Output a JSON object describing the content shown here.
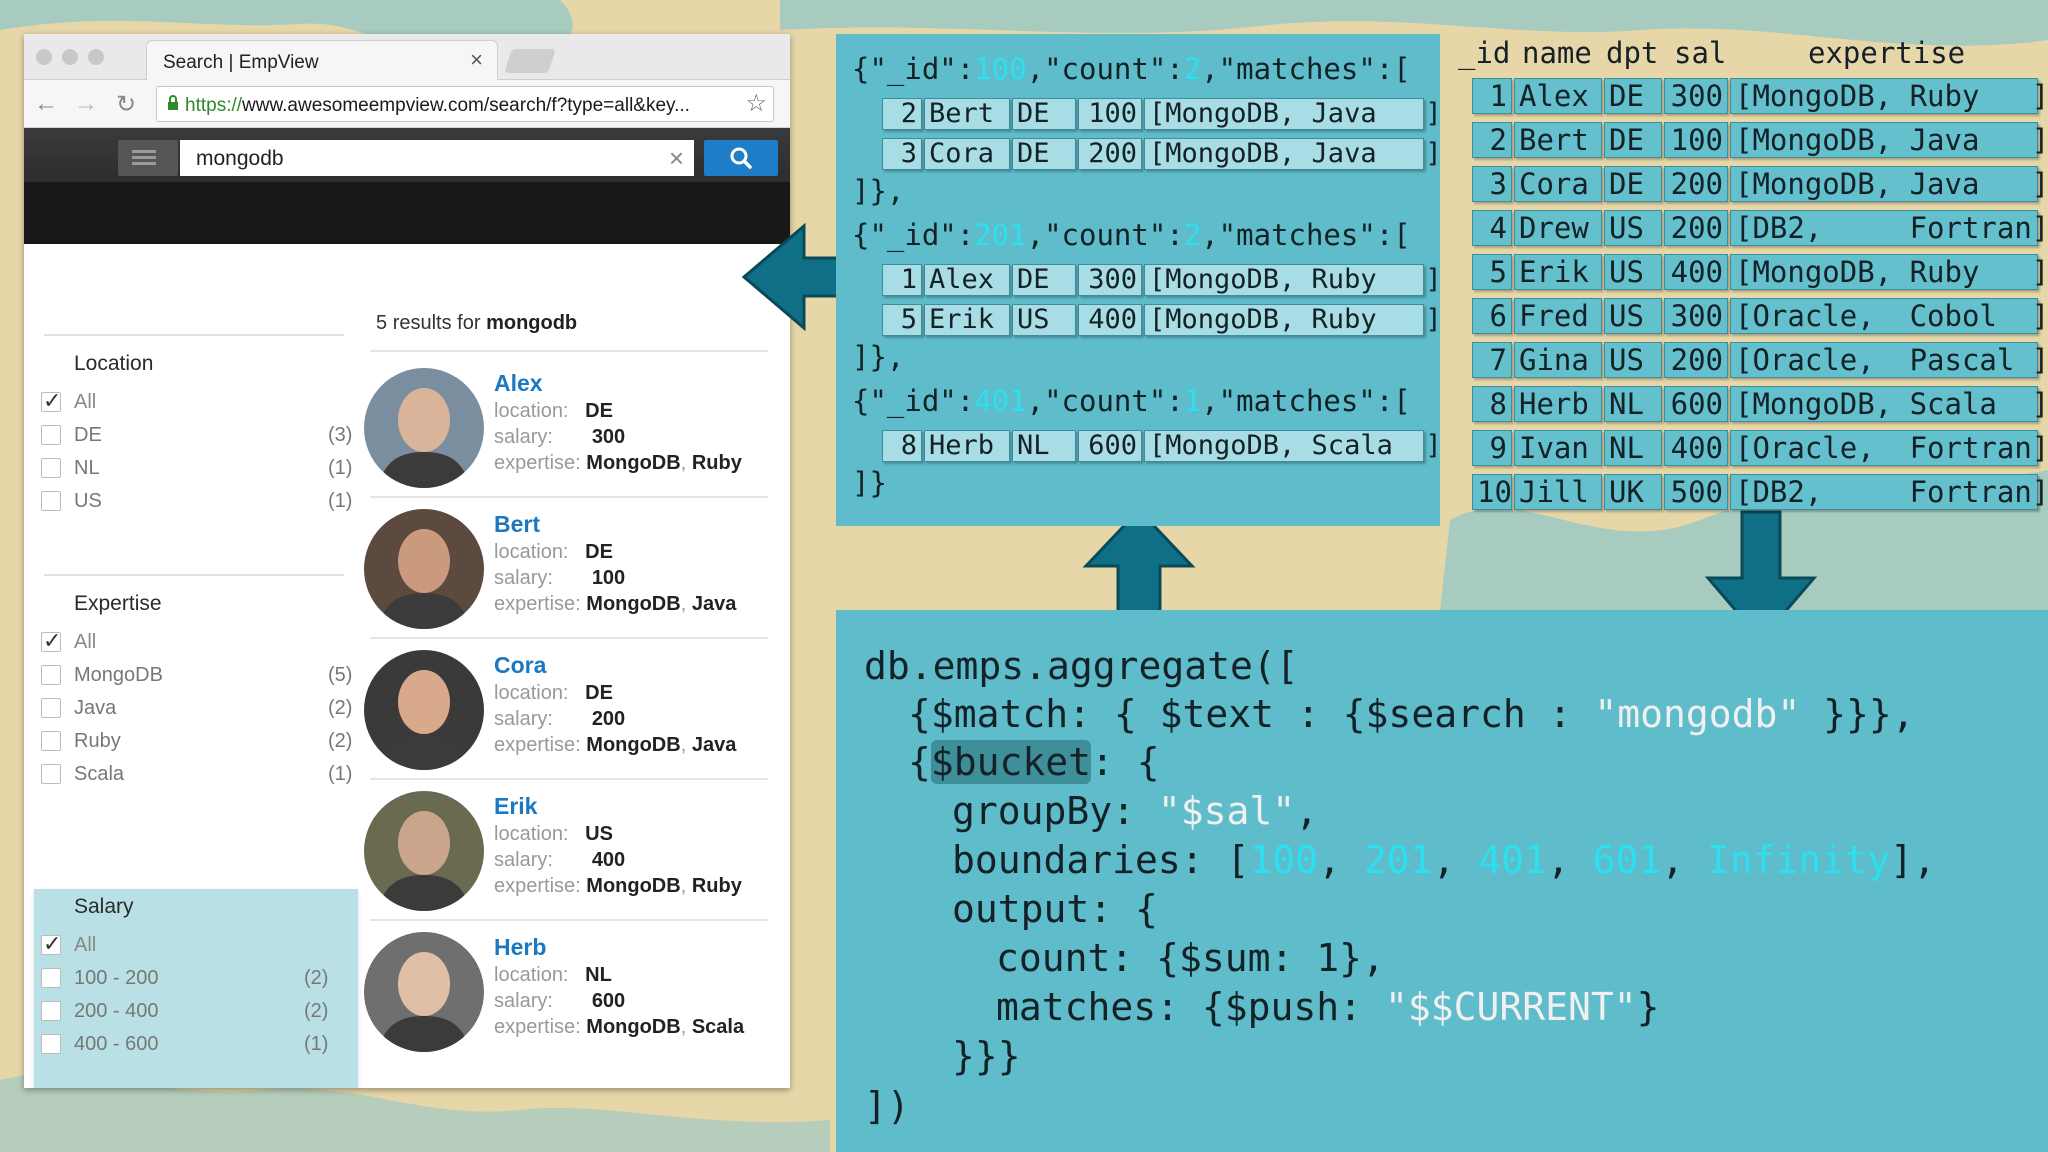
{
  "browser": {
    "tab_title": "Search | EmpView",
    "url_scheme": "https://",
    "url_rest": "www.awesomeempview.com/search/f?type=all&key...",
    "search_value": "mongodb"
  },
  "results": {
    "count": "5",
    "heading_mid": "results for",
    "query": "mongodb",
    "location_label": "location:",
    "salary_label": "salary:",
    "expertise_label": "expertise:",
    "items": [
      {
        "name": "Alex",
        "location": "DE",
        "salary": "300",
        "exp1": "MongoDB",
        "exp2": "Ruby"
      },
      {
        "name": "Bert",
        "location": "DE",
        "salary": "100",
        "exp1": "MongoDB",
        "exp2": "Java"
      },
      {
        "name": "Cora",
        "location": "DE",
        "salary": "200",
        "exp1": "MongoDB",
        "exp2": "Java"
      },
      {
        "name": "Erik",
        "location": "US",
        "salary": "400",
        "exp1": "MongoDB",
        "exp2": "Ruby"
      },
      {
        "name": "Herb",
        "location": "NL",
        "salary": "600",
        "exp1": "MongoDB",
        "exp2": "Scala"
      }
    ]
  },
  "facets": {
    "location": {
      "title": "Location",
      "options": [
        {
          "label": "All",
          "count": "",
          "checked": true
        },
        {
          "label": "DE",
          "count": "(3)",
          "checked": false
        },
        {
          "label": "NL",
          "count": "(1)",
          "checked": false
        },
        {
          "label": "US",
          "count": "(1)",
          "checked": false
        }
      ]
    },
    "expertise": {
      "title": "Expertise",
      "options": [
        {
          "label": "All",
          "count": "",
          "checked": true
        },
        {
          "label": "MongoDB",
          "count": "(5)",
          "checked": false
        },
        {
          "label": "Java",
          "count": "(2)",
          "checked": false
        },
        {
          "label": "Ruby",
          "count": "(2)",
          "checked": false
        },
        {
          "label": "Scala",
          "count": "(1)",
          "checked": false
        }
      ]
    },
    "salary": {
      "title": "Salary",
      "options": [
        {
          "label": "All",
          "count": "",
          "checked": true
        },
        {
          "label": "100 - 200",
          "count": "(2)",
          "checked": false
        },
        {
          "label": "200 - 400",
          "count": "(2)",
          "checked": false
        },
        {
          "label": "400 - 600",
          "count": "(1)",
          "checked": false
        }
      ]
    }
  },
  "json_output": {
    "buckets": [
      {
        "pre": "{\"_id\":",
        "id": "100",
        "mid": ",\"count\":",
        "count": "2",
        "post": ",\"matches\":[",
        "rows": [
          [
            "2",
            "Bert",
            "DE",
            "100",
            "[MongoDB, Java   ]"
          ],
          [
            "3",
            "Cora",
            "DE",
            "200",
            "[MongoDB, Java   ]"
          ]
        ]
      },
      {
        "pre": "{\"_id\":",
        "id": "201",
        "mid": ",\"count\":",
        "count": "2",
        "post": ",\"matches\":[",
        "rows": [
          [
            "1",
            "Alex",
            "DE",
            "300",
            "[MongoDB, Ruby   ]"
          ],
          [
            "5",
            "Erik",
            "US",
            "400",
            "[MongoDB, Ruby   ]"
          ]
        ]
      },
      {
        "pre": "{\"_id\":",
        "id": "401",
        "mid": ",\"count\":",
        "count": "1",
        "post": ",\"matches\":[",
        "rows": [
          [
            "8",
            "Herb",
            "NL",
            "600",
            "[MongoDB, Scala  ]"
          ]
        ]
      }
    ],
    "close_mid": "]},",
    "close_end": "]}"
  },
  "table": {
    "headers": [
      "_id",
      "name",
      "dpt",
      "sal",
      "expertise"
    ],
    "rows": [
      [
        "1",
        "Alex",
        "DE",
        "300",
        "[MongoDB, Ruby   ]"
      ],
      [
        "2",
        "Bert",
        "DE",
        "100",
        "[MongoDB, Java   ]"
      ],
      [
        "3",
        "Cora",
        "DE",
        "200",
        "[MongoDB, Java   ]"
      ],
      [
        "4",
        "Drew",
        "US",
        "200",
        "[DB2,     Fortran]"
      ],
      [
        "5",
        "Erik",
        "US",
        "400",
        "[MongoDB, Ruby   ]"
      ],
      [
        "6",
        "Fred",
        "US",
        "300",
        "[Oracle,  Cobol  ]"
      ],
      [
        "7",
        "Gina",
        "US",
        "200",
        "[Oracle,  Pascal ]"
      ],
      [
        "8",
        "Herb",
        "NL",
        "600",
        "[MongoDB, Scala  ]"
      ],
      [
        "9",
        "Ivan",
        "NL",
        "400",
        "[Oracle,  Fortran]"
      ],
      [
        "10",
        "Jill",
        "UK",
        "500",
        "[DB2,     Fortran]"
      ]
    ]
  },
  "code": {
    "line1": "db.emps.aggregate([",
    "line2_a": "{$match: { $text : {$search : ",
    "line2_str": "\"mongodb\"",
    "line2_b": " }}},",
    "line3_a": "{",
    "line3_kw": "$bucket",
    "line3_b": ": {",
    "line4_a": "groupBy: ",
    "line4_str": "\"$sal\"",
    "line4_b": ",",
    "line5_a": "boundaries: [",
    "b1": "100",
    "b2": "201",
    "b3": "401",
    "b4": "601",
    "b5": "Infinity",
    "line5_b": "],",
    "line6": "output: {",
    "line7": "count: {$sum: 1},",
    "line8_a": "matches: {$push: ",
    "line8_str": "\"$$CURRENT\"",
    "line8_b": "}",
    "line9": "}}}",
    "line10": "])"
  },
  "colors": {
    "panel": "#5fbccb",
    "highlight_number": "#2de0f0",
    "arrow": "#0e6f86",
    "link": "#1c78c0",
    "search_button": "#1e7dc6"
  }
}
